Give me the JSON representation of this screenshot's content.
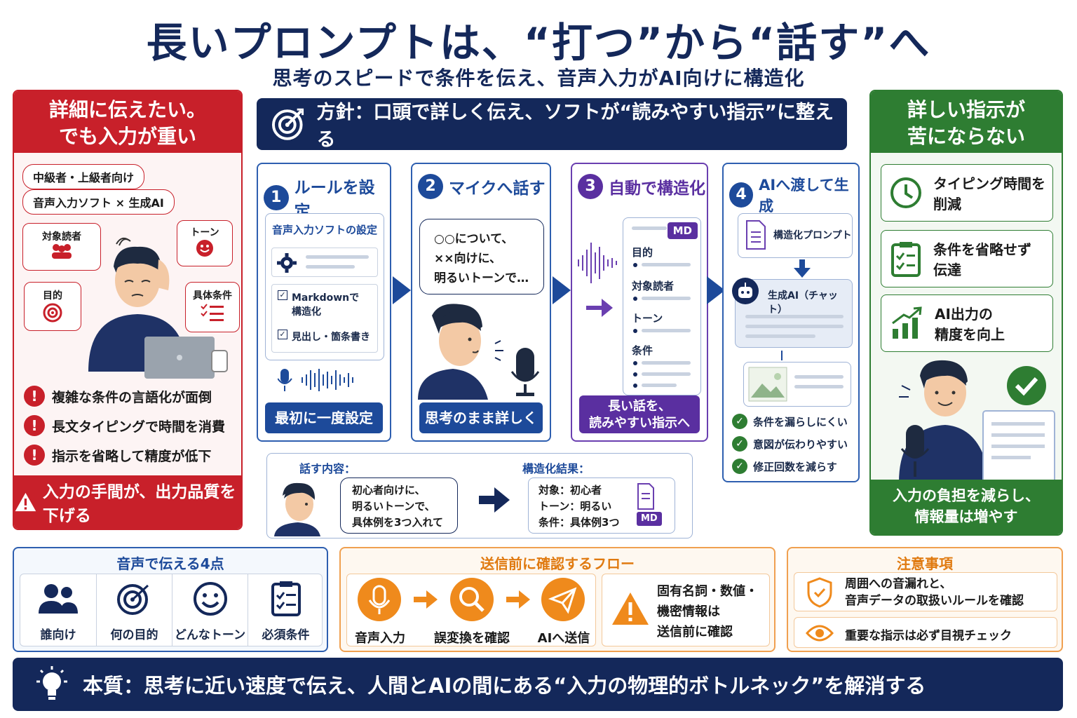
{
  "header": {
    "title": "長いプロンプトは、“打つ”から“話す”へ",
    "subtitle": "思考のスピードで条件を伝え、音声入力がAI向けに構造化"
  },
  "left_panel": {
    "heading_line1": "詳細に伝えたい。",
    "heading_line2": "でも入力が重い",
    "pill_level": "中級者・上級者向け",
    "pill_tools": "音声入力ソフト × 生成AI",
    "bubble_audience": "対象読者",
    "bubble_tone": "トーン",
    "bubble_purpose": "目的",
    "bubble_conditions": "具体条件",
    "issues": [
      "複雑な条件の言語化が面倒",
      "長文タイピングで時間を消費",
      "指示を省略して精度が低下"
    ],
    "footer": "入力の手間が、出力品質を下げる"
  },
  "policy": {
    "text": "方針：口頭で詳しく伝え、ソフトが“読みやすい指示”に整える"
  },
  "steps": [
    {
      "number": "1",
      "title": "ルールを設定",
      "card_title": "音声入力ソフトの設定",
      "check1_line1": "Markdownで",
      "check1_line2": "構造化",
      "check2": "見出し・箇条書き",
      "footer": "最初に一度設定"
    },
    {
      "number": "2",
      "title": "マイクへ話す",
      "speech_line1": "○○について、",
      "speech_line2": "××向けに、",
      "speech_line3": "明るいトーンで…",
      "footer": "思考のまま詳しく"
    },
    {
      "number": "3",
      "title": "自動で構造化",
      "badge": "MD",
      "field1": "目的",
      "field2": "対象読者",
      "field3": "トーン",
      "field4": "条件",
      "footer_line1": "長い話を、",
      "footer_line2": "読みやすい指示へ"
    },
    {
      "number": "4",
      "title": "AIへ渡して生成",
      "doc_label": "構造化プロンプト",
      "chat_label": "生成AI（チャット）",
      "results": [
        "条件を漏らしにくい",
        "意図が伝わりやすい",
        "修正回数を減らす"
      ]
    }
  ],
  "example": {
    "speak_label": "話す内容：",
    "speak_line1": "初心者向けに、",
    "speak_line2": "明るいトーンで、",
    "speak_line3": "具体例を3つ入れて",
    "result_label": "構造化結果：",
    "result_line1": "対象：初心者",
    "result_line2": "トーン：明るい",
    "result_line3": "条件：具体例3つ",
    "badge": "MD"
  },
  "right_panel": {
    "heading_line1": "詳しい指示が",
    "heading_line2": "苦にならない",
    "benefits": [
      {
        "line1": "タイピング時間を",
        "line2": "削減"
      },
      {
        "line1": "条件を省略せず",
        "line2": "伝達"
      },
      {
        "line1": "AI出力の",
        "line2": "精度を向上"
      }
    ],
    "footer_line1": "入力の負担を減らし、",
    "footer_line2": "情報量は増やす"
  },
  "four_points": {
    "title": "音声で伝える4点",
    "items": [
      "誰向け",
      "何の目的",
      "どんなトーン",
      "必須条件"
    ]
  },
  "flow": {
    "title": "送信前に確認するフロー",
    "steps": [
      "音声入力",
      "誤変換を確認",
      "AIへ送信"
    ],
    "warning_line1": "固有名詞・数値・",
    "warning_line2": "機密情報は",
    "warning_line3": "送信前に確認"
  },
  "caution": {
    "title": "注意事項",
    "item1_line1": "周囲への音漏れと、",
    "item1_line2": "音声データの取扱いルールを確認",
    "item2": "重要な指示は必ず目視チェック"
  },
  "footer": {
    "text": "本質：思考に近い速度で伝え、人間とAIの間にある“入力の物理的ボトルネック”を解消する"
  },
  "colors": {
    "navy": "#14285a",
    "red": "#c8202a",
    "green": "#2e7d32",
    "blue": "#1d4a9a",
    "purple": "#5a2fa0",
    "orange": "#ef8a1c"
  }
}
